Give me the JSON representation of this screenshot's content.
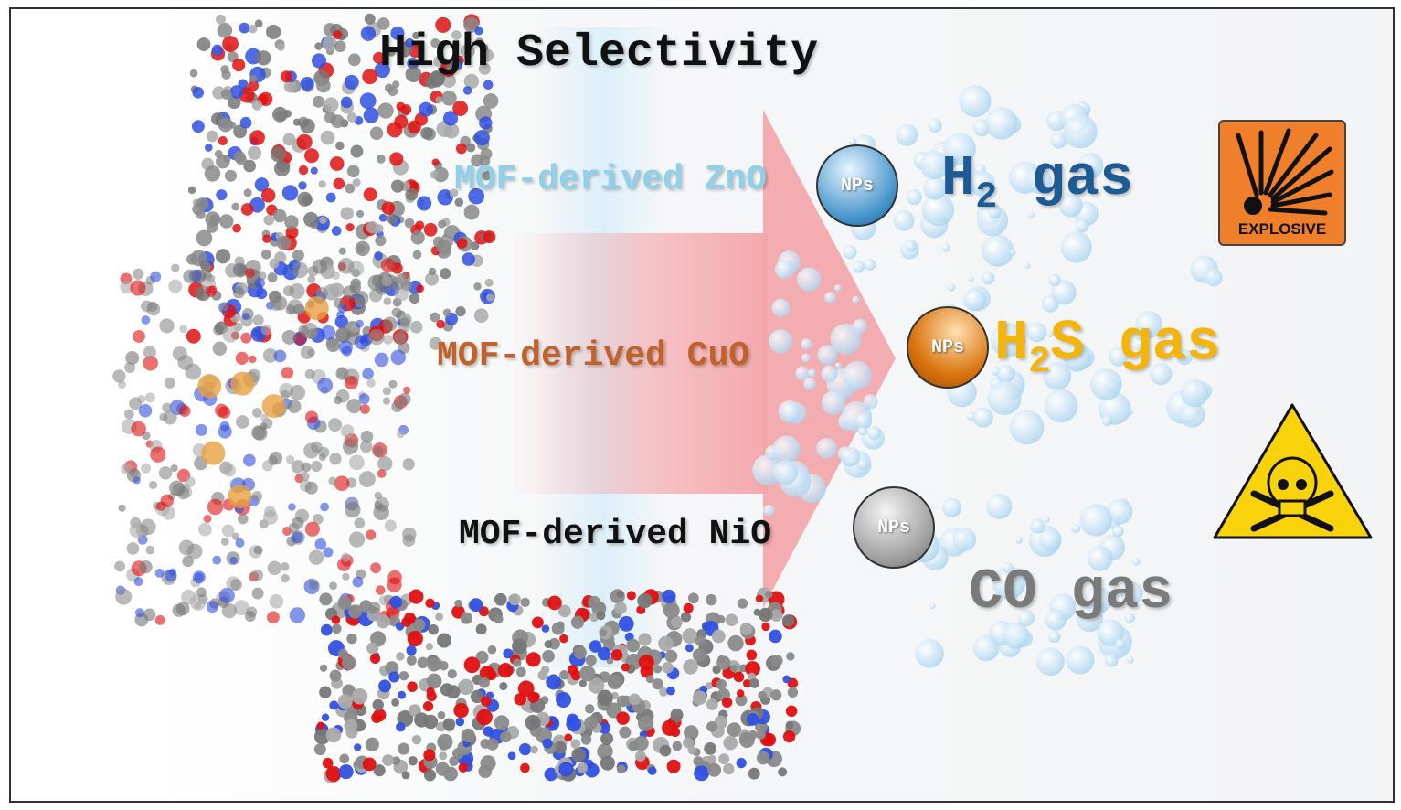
{
  "title": "High Selectivity",
  "materials": [
    {
      "label": "MOF-derived ZnO",
      "np_label": "NPs",
      "color": "#8fd0ea",
      "np_color": "#3f8fc8"
    },
    {
      "label": "MOF-derived CuO",
      "np_label": "NPs",
      "color": "#c0622a",
      "np_color": "#d9730e"
    },
    {
      "label": "MOF-derived NiO",
      "np_label": "NPs",
      "color": "#111111",
      "np_color": "#9a9a9a"
    }
  ],
  "gases": [
    {
      "main": "H",
      "sub": "2",
      "rest": " gas",
      "color": "#1e5b94"
    },
    {
      "main": "H",
      "sub": "2",
      "rest": "S gas",
      "color": "#f3b50a"
    },
    {
      "main": "CO",
      "sub": "",
      "rest": " gas",
      "color": "#7a7a7a"
    }
  ],
  "hazards": {
    "explosive_label": "EXPLOSIVE",
    "toxic_icon": "skull-crossbones-icon"
  }
}
